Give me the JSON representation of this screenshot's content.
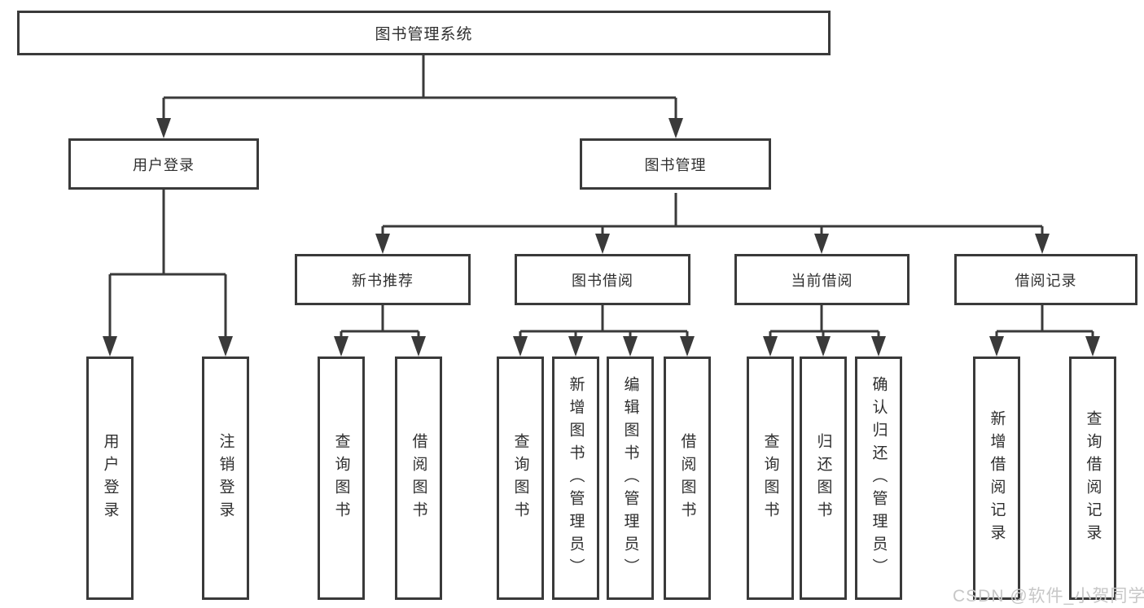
{
  "tree": {
    "label": "图书管理系统",
    "children": [
      {
        "label": "用户登录",
        "children": [
          {
            "label": "用户登录"
          },
          {
            "label": "注销登录"
          }
        ]
      },
      {
        "label": "图书管理",
        "children": [
          {
            "label": "新书推荐",
            "children": [
              {
                "label": "查询图书"
              },
              {
                "label": "借阅图书"
              }
            ]
          },
          {
            "label": "图书借阅",
            "children": [
              {
                "label": "查询图书"
              },
              {
                "label": "新增图书（管理员）"
              },
              {
                "label": "编辑图书（管理员）"
              },
              {
                "label": "借阅图书"
              }
            ]
          },
          {
            "label": "当前借阅",
            "children": [
              {
                "label": "查询图书"
              },
              {
                "label": "归还图书"
              },
              {
                "label": "确认归还（管理员）"
              }
            ]
          },
          {
            "label": "借阅记录",
            "children": [
              {
                "label": "新增借阅记录"
              },
              {
                "label": "查询借阅记录"
              }
            ]
          }
        ]
      }
    ]
  },
  "watermark": {
    "text": "CSDN @软件_小贺同学"
  },
  "colors": {
    "line": "#3a3a3a",
    "text": "#2f2f2f",
    "box_background": "#ffffff",
    "watermark": "#c7c7c7"
  }
}
